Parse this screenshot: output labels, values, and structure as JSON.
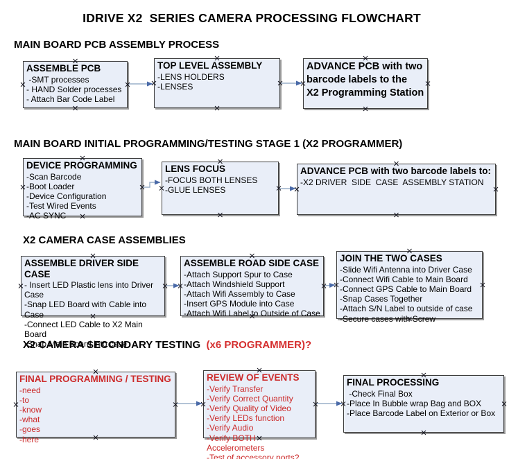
{
  "title": "IDRIVE X2  SERIES CAMERA PROCESSING FLOWCHART",
  "colors": {
    "box_fill": "#e9eef8",
    "box_border": "#3c3c3c",
    "accent_red_text": "#cc2a2a",
    "header_red": "#d52f2f",
    "arrow_line": "#9aafc9",
    "arrow_head": "#4a6aa8"
  },
  "sections": [
    {
      "header": "MAIN BOARD PCB ASSEMBLY PROCESS",
      "boxes": [
        {
          "title": "ASSEMBLE PCB",
          "items": [
            " -SMT processes",
            "- HAND Solder processes",
            "- Attach Bar Code Label"
          ]
        },
        {
          "title": "TOP LEVEL ASSEMBLY",
          "items": [
            "-LENS HOLDERS",
            "-LENSES"
          ]
        },
        {
          "title": "ADVANCE PCB with two\nbarcode labels to the\n X2 Programming Station",
          "items": []
        }
      ]
    },
    {
      "header": "MAIN BOARD INITIAL PROGRAMMING/TESTING STAGE 1 (X2 PROGRAMMER)",
      "boxes": [
        {
          "title": "DEVICE PROGRAMMING",
          "items": [
            "-Scan Barcode",
            "-Boot Loader",
            "-Device Configuration",
            "-Test Wired Events",
            "-AC SYNC"
          ]
        },
        {
          "title": "LENS FOCUS",
          "items": [
            "-FOCUS BOTH LENSES",
            "-GLUE LENSES"
          ]
        },
        {
          "title": "ADVANCE PCB with two barcode labels to:",
          "items": [
            "-X2 DRIVER  SIDE  CASE  ASSEMBLY STATION"
          ]
        }
      ]
    },
    {
      "header": "X2 CAMERA CASE ASSEMBLIES",
      "boxes": [
        {
          "title": "ASSEMBLE DRIVER SIDE CASE",
          "items": [
            "- Insert LED Plastic lens into Driver Case",
            "-Snap LED Board with Cable into Case",
            "-Connect LED Cable to X2 Main Board",
            "-Snap Main Board into case"
          ]
        },
        {
          "title": "ASSEMBLE ROAD SIDE CASE",
          "items": [
            "-Attach Support Spur to Case",
            "-Attach Windshield Support",
            "-Attach Wifi Assembly to Case",
            "-Insert GPS Module into Case",
            "-Attach Wifi Label to Outside of Case"
          ]
        },
        {
          "title": "JOIN THE TWO CASES",
          "items": [
            "-Slide Wifi Antenna into Driver Case",
            "-Connect Wifi Cable to Main Board",
            "-Connect GPS Cable to Main Board",
            "-Snap Cases Together",
            "-Attach S/N Label to outside of case",
            "-Secure cases with Screw"
          ]
        }
      ]
    },
    {
      "header": "X2 CAMERA SECONDARY TESTING  ",
      "header_suffix": "(x6 PROGRAMMER)?",
      "boxes": [
        {
          "title": "FINAL PROGRAMMING / TESTING",
          "items": [
            "-need",
            "-to",
            "-know",
            "-what",
            "-goes",
            "-here"
          ]
        },
        {
          "title": "REVIEW OF EVENTS",
          "items": [
            "-Verify Transfer",
            "-Verify Correct Quantity",
            "-Verify Quality of Video",
            "-Verify LEDs function",
            "-Verify Audio",
            "-Verify BOTH Accelerometers",
            "-Test of accessory ports?"
          ]
        },
        {
          "title": "FINAL PROCESSING",
          "items": [
            " -Check Final Box",
            "-Place In Bubble wrap Bag and BOX",
            "-Place Barcode Label on Exterior or Box"
          ]
        }
      ]
    }
  ]
}
